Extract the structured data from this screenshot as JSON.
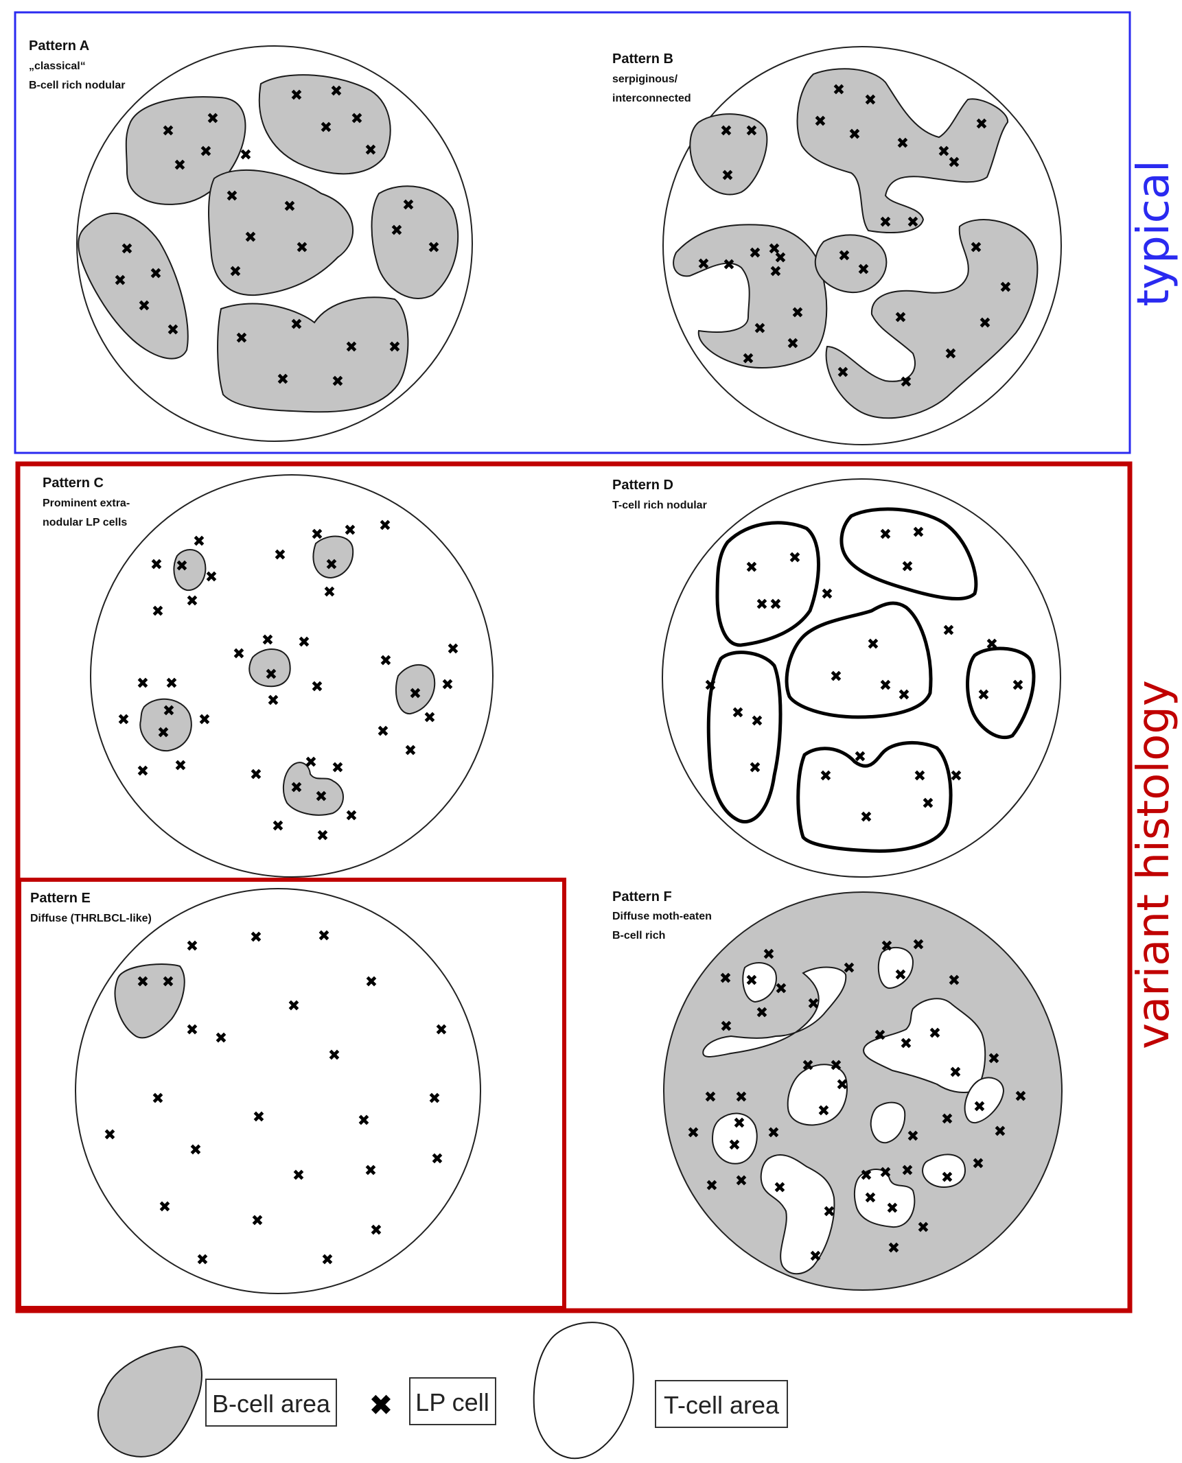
{
  "groups": {
    "typical": {
      "label": "typical",
      "color": "#2a2af0"
    },
    "variant": {
      "label": "variant histology",
      "color": "#c00000"
    }
  },
  "patterns": {
    "A": {
      "title": "Pattern A",
      "subtitle": [
        "„classical“",
        "B-cell rich nodular"
      ]
    },
    "B": {
      "title": "Pattern B",
      "subtitle": [
        "serpiginous/",
        "interconnected"
      ]
    },
    "C": {
      "title": "Pattern C",
      "subtitle": [
        "Prominent extra-",
        "nodular LP cells"
      ]
    },
    "D": {
      "title": "Pattern D",
      "subtitle": [
        "T-cell rich nodular"
      ]
    },
    "E": {
      "title": "Pattern E",
      "subtitle": [
        "Diffuse (THRLBCL-like)"
      ]
    },
    "F": {
      "title": "Pattern F",
      "subtitle": [
        "Diffuse moth-eaten",
        "B-cell rich"
      ]
    }
  },
  "legend": {
    "b_cell": "B-cell area",
    "lp_cell": "LP cell",
    "t_cell": "T-cell area",
    "lp_symbol": "✖"
  },
  "colors": {
    "b_cell_fill": "#c4c4c4",
    "outline": "#1a1a1a",
    "typical_frame": "#2a2af0",
    "variant_frame": "#c00000"
  }
}
